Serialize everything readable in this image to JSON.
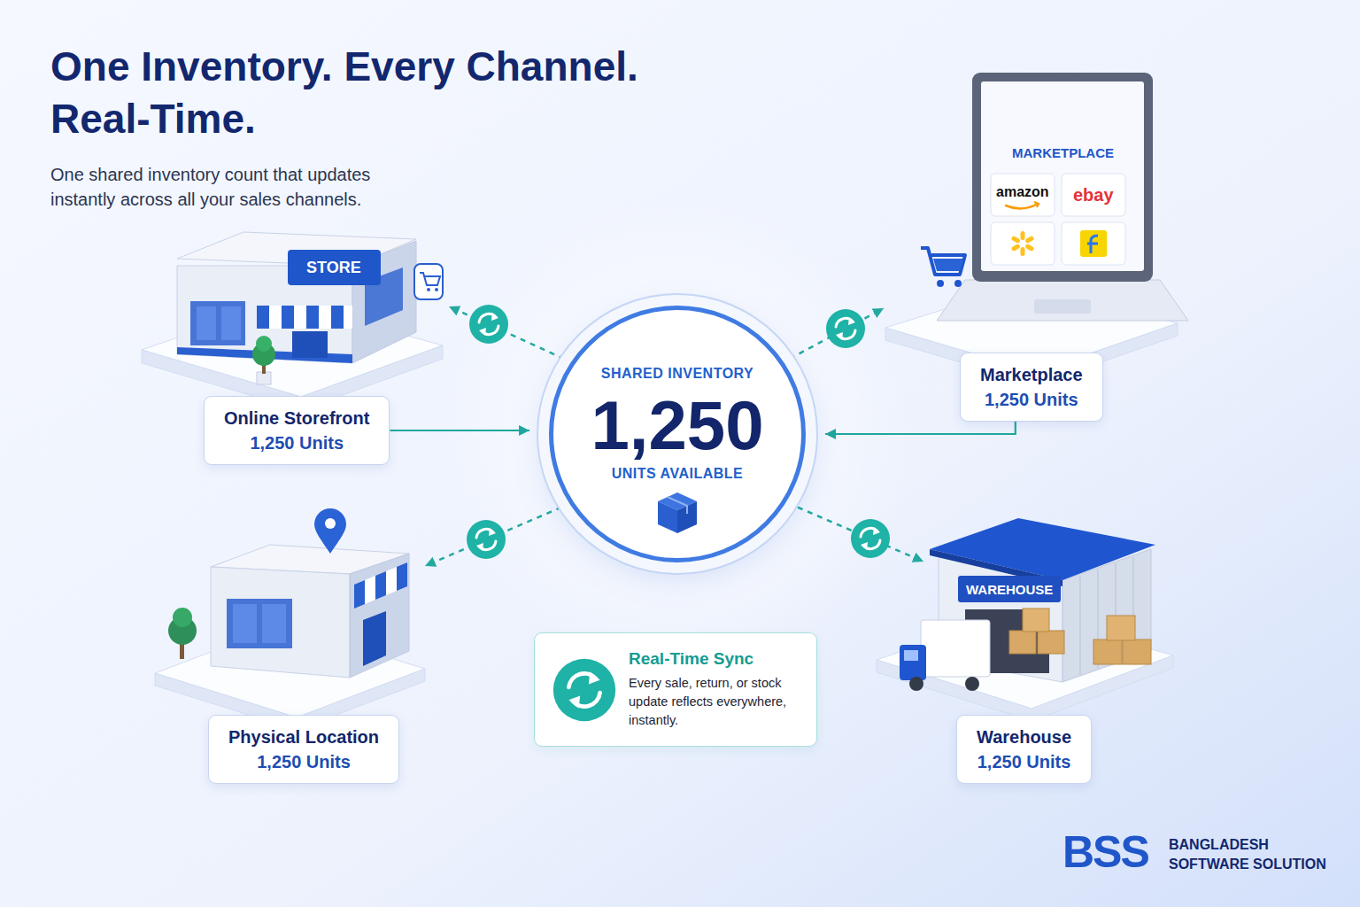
{
  "diagram": {
    "title": "One Inventory. Every Channel. Real-Time.",
    "caption": "One shared inventory count that updates instantly across all your sales channels.",
    "nodes": [
      {
        "text": [
          "Online Storefront",
          "1,250 Units"
        ]
      },
      {
        "text": [
          "Marketplace",
          "1,250 Units"
        ]
      },
      {
        "text": [
          "SHARED INVENTORY",
          "1,250",
          "UNITS AVAILABLE"
        ]
      },
      {
        "text": [
          "Physical Location",
          "1,250 Units"
        ]
      },
      {
        "text": [
          "Real-Time Sync",
          "Every sale, return, or stock update reflects everywhere, instantly."
        ]
      },
      {
        "text": [
          "Warehouse",
          "1,250 Units"
        ]
      }
    ],
    "edges": [
      {
        "from": 0,
        "to": 2,
        "arrow": "to"
      },
      {
        "from": 1,
        "to": 2,
        "arrow": "to"
      }
    ],
    "labels": [
      "STORE",
      "MARKETPLACE",
      "amazon",
      "ebay",
      "WAREHOUSE",
      "BSS",
      "BANGLADESH SOFTWARE SOLUTION"
    ]
  }
}
